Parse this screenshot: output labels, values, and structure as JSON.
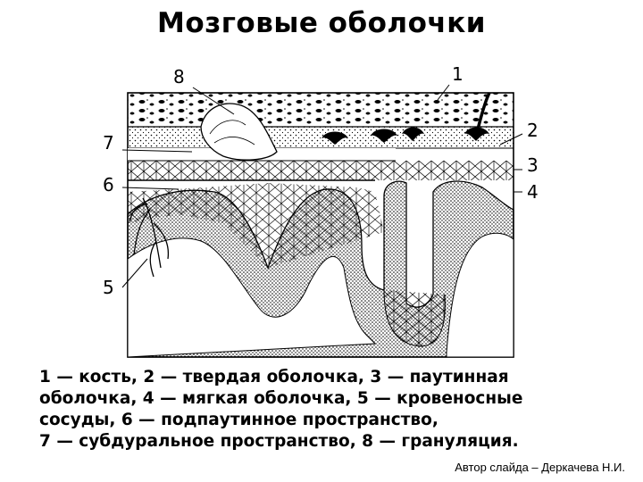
{
  "title": "Мозговые оболочки",
  "labels": {
    "n1": "1",
    "n2": "2",
    "n3": "3",
    "n4": "4",
    "n5": "5",
    "n6": "6",
    "n7": "7",
    "n8": "8"
  },
  "caption": {
    "line1": "1 — кость, 2 — твердая оболочка, 3 — паутинная",
    "line2": "оболочка, 4 — мягкая оболочка, 5 — кровеносные",
    "line3": "сосуды, 6 — подпаутинное пространство,",
    "line4": "7 — субдуральное пространство, 8 — грануляция."
  },
  "author": "Автор слайда – Деркачева Н.И."
}
